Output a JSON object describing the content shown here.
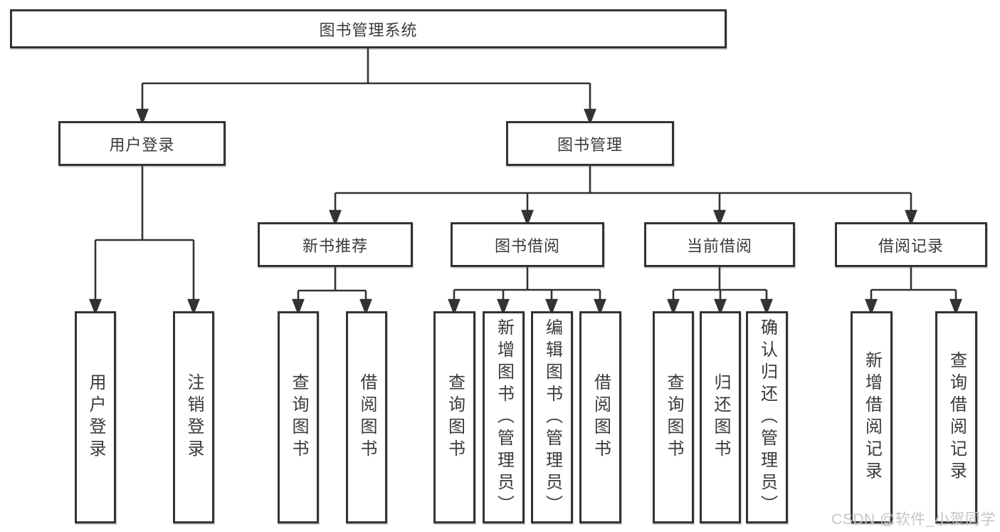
{
  "tree": {
    "root": {
      "label": "图书管理系统",
      "children": [
        {
          "label": "用户登录",
          "children": [
            {
              "label": "用户登录"
            },
            {
              "label": "注销登录"
            }
          ]
        },
        {
          "label": "图书管理",
          "children": [
            {
              "label": "新书推荐",
              "children": [
                {
                  "label": "查询图书"
                },
                {
                  "label": "借阅图书"
                }
              ]
            },
            {
              "label": "图书借阅",
              "children": [
                {
                  "label": "查询图书"
                },
                {
                  "label": "新增图书（管理员）"
                },
                {
                  "label": "编辑图书（管理员）"
                },
                {
                  "label": "借阅图书"
                }
              ]
            },
            {
              "label": "当前借阅",
              "children": [
                {
                  "label": "查询图书"
                },
                {
                  "label": "归还图书"
                },
                {
                  "label": "确认归还（管理员）"
                }
              ]
            },
            {
              "label": "借阅记录",
              "children": [
                {
                  "label": "新增借阅记录"
                },
                {
                  "label": "查询借阅记录"
                }
              ]
            }
          ]
        }
      ]
    }
  },
  "watermark": "CSDN @软件_小贺同学",
  "colors": {
    "line": "#333333",
    "text": "#3a3a3a",
    "watermark": "#c2c6ca",
    "background": "#ffffff"
  }
}
